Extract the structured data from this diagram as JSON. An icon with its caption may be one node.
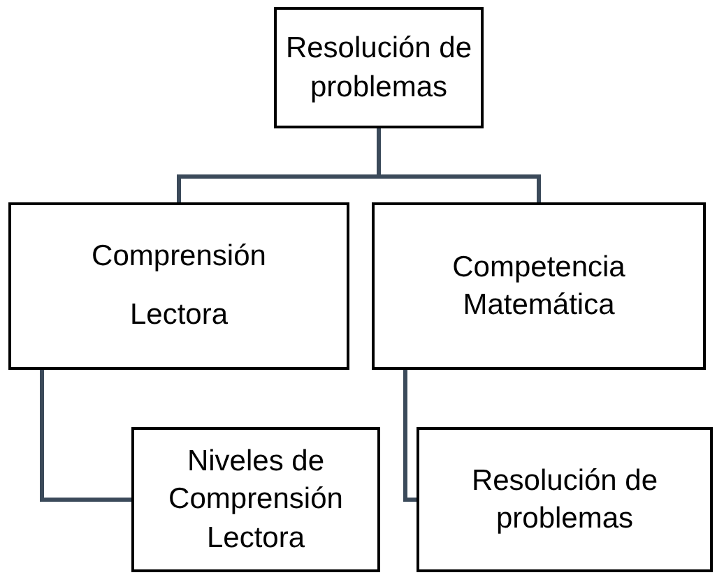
{
  "diagram": {
    "nodes": [
      {
        "text": [
          "Resolución de problemas"
        ]
      },
      {
        "text": [
          "Comprensión Lectora"
        ]
      },
      {
        "text": [
          "Competencia Matemática"
        ]
      },
      {
        "text": [
          "Niveles de Comprensión Lectora"
        ]
      },
      {
        "text": [
          "Resolución de problemas"
        ]
      }
    ],
    "edges": [
      {
        "from": 0,
        "to": 1,
        "arrow": "none"
      },
      {
        "from": 0,
        "to": 2,
        "arrow": "none"
      },
      {
        "from": 1,
        "to": 3,
        "arrow": "none"
      },
      {
        "from": 2,
        "to": 4,
        "arrow": "none"
      }
    ]
  }
}
